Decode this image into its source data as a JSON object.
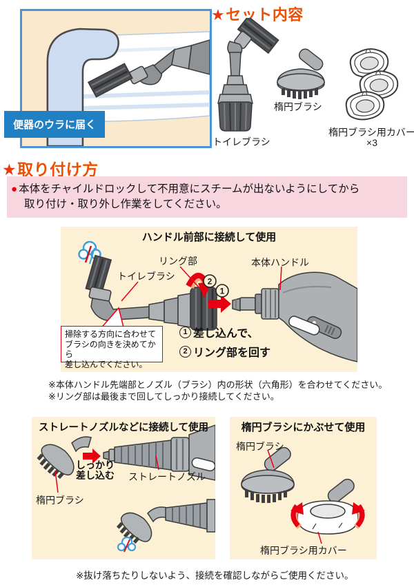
{
  "colors": {
    "accent_orange": "#ed4f05",
    "star_red": "#e8380d",
    "pointer_red": "#e60012",
    "panel_cream": "#fcf0d5",
    "hero_cream": "#fbe9cd",
    "banner_pink": "#f8d6df",
    "caption_blue": "#2180c4",
    "hero_border_blue": "#4b94d6"
  },
  "hero": {
    "caption": "便器のウラに届く"
  },
  "set_contents": {
    "star": "★",
    "title": "セット内容",
    "items": [
      {
        "label": "トイレブラシ"
      },
      {
        "label": "楕円ブラシ"
      },
      {
        "label": "楕円ブラシ用カバー",
        "count": "×3"
      }
    ]
  },
  "attach": {
    "star": "★",
    "title": "取り付け方",
    "warning": {
      "bullet": "●",
      "line1": "本体をチャイルドロックして不用意にスチームが出ないようにしてから",
      "line2": "取り付け・取り外し作業をしてください。"
    },
    "handle_section": {
      "title": "ハンドル前部に接続して使用",
      "label_ring": "リング部",
      "label_toilet_brush": "トイレブラシ",
      "label_handle": "本体ハンドル",
      "diagram_step1": "1",
      "diagram_step2": "2",
      "step1_num": "1",
      "step1_text": "差し込んで、",
      "step2_num": "2",
      "step2_text": "リング部を回す",
      "callout_line1": "掃除する方向に合わせて",
      "callout_line2": "ブラシの向きを決めてから",
      "callout_line3": "差し込んでください。"
    },
    "note1": "※本体ハンドル先端部とノズル（ブラシ）内の形状（六角形）を合わせてください。",
    "note2": "※リング部は最後まで回してしっかり接続してください。",
    "straight_section": {
      "title": "ストレートノズルなどに接続して使用",
      "push_line1": "しっかり",
      "push_line2": "差し込む",
      "label_oval_brush": "楕円ブラシ",
      "label_nozzle": "ストレートノズル"
    },
    "cover_section": {
      "title": "楕円ブラシにかぶせて使用",
      "label_oval_brush": "楕円ブラシ",
      "label_cover": "楕円ブラシ用カバー"
    },
    "bottom_note": "※抜け落ちたりしないよう、接続を確認しながらご使用ください。"
  }
}
